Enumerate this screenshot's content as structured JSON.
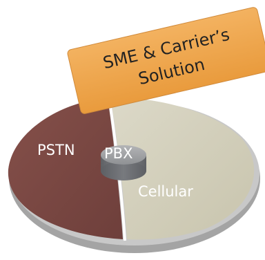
{
  "diagram": {
    "badge": {
      "line1": "SME & Carrier’s",
      "line2": "Solution"
    },
    "segments": {
      "left_label": "PSTN",
      "right_label": "Cellular",
      "center_label": "PBX"
    }
  },
  "colors": {
    "pstn": "#7b4843",
    "pstn_dark": "#5e3532",
    "cellular": "#d2cfbc",
    "cellular_dark": "#b7b39c",
    "base_shadow": "#a9a9a9",
    "base_rim": "#c3c3c3",
    "badge_fill": "#efa34b",
    "badge_stroke": "#c88435",
    "puck_top": "#9d9fa1",
    "puck_side": "#6e7074",
    "label_light": "#ffffff"
  }
}
